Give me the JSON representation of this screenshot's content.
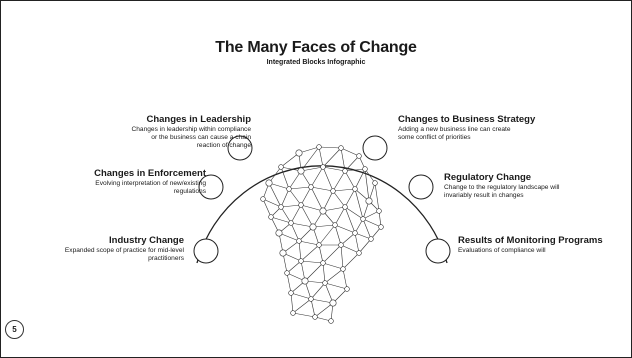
{
  "title": "The Many Faces of Change",
  "subtitle": "Integrated Blocks Infographic",
  "page_number": "5",
  "head_icon": "network-head-icon",
  "left_blocks": [
    {
      "heading": "Changes in Leadership",
      "lines": [
        "Changes in leadership within compliance",
        "or the business can cause a chain",
        "reaction of change"
      ]
    },
    {
      "heading": "Changes in Enforcement",
      "lines": [
        "Evolving interpretation of new/existing",
        "regulations"
      ]
    },
    {
      "heading": "Industry Change",
      "lines": [
        "Expanded scope of practice for mid-level",
        "practitioners"
      ]
    }
  ],
  "right_blocks": [
    {
      "heading": "Changes to Business Strategy",
      "lines": [
        "Adding a new business line can create",
        "some conflict of priorities"
      ]
    },
    {
      "heading": "Regulatory Change",
      "lines": [
        "Change to the regulatory landscape will",
        "invariably result in changes"
      ]
    },
    {
      "heading": "Results of Monitoring Programs",
      "lines": [
        "Evaluations of compliance will"
      ]
    }
  ]
}
